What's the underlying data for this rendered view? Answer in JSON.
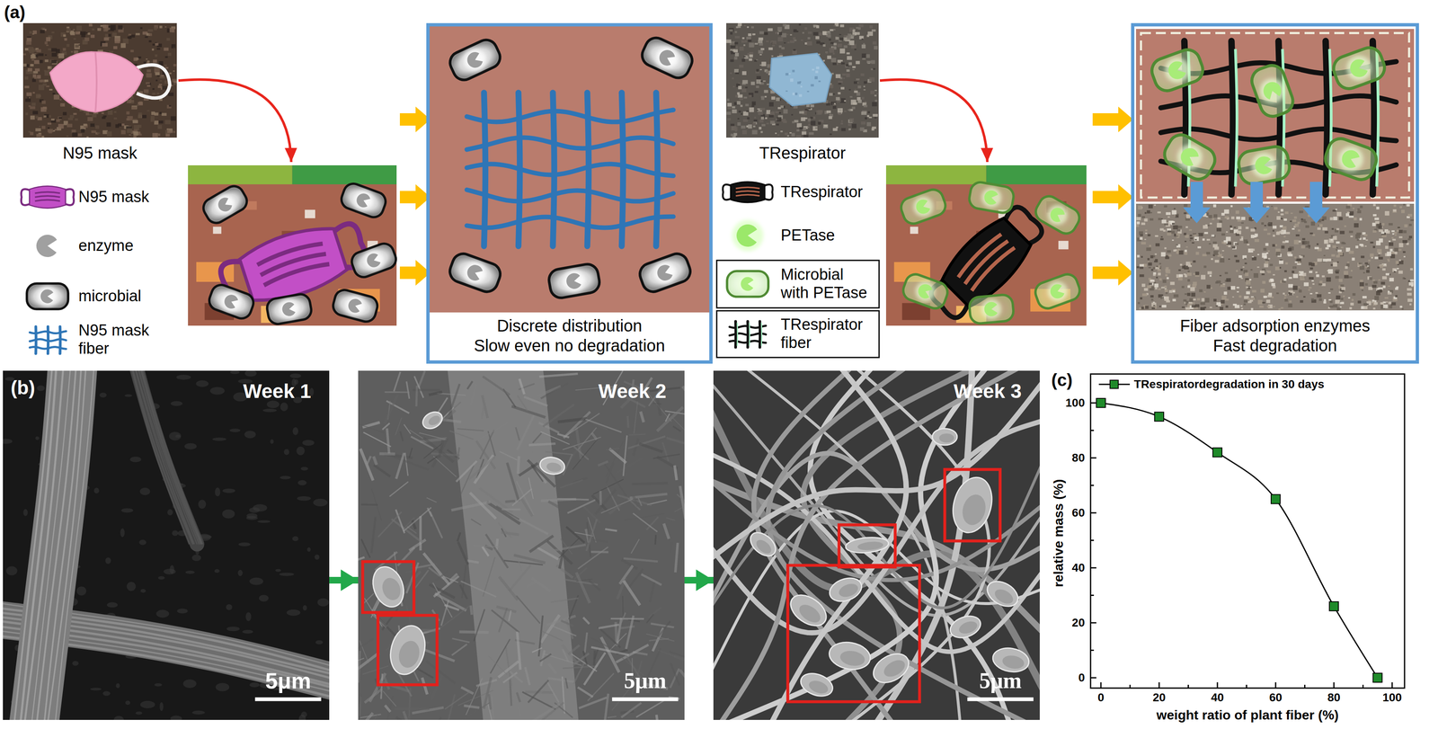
{
  "diagram": {
    "nodes": [
      {
        "text": [
          "N95 mask"
        ]
      },
      {
        "text": [
          "Discrete distribution",
          "Slow even no degradation"
        ]
      },
      {
        "text": [
          "TRespirator"
        ]
      },
      {
        "text": [
          "Fiber adsorption enzymes",
          "Fast degradation"
        ]
      },
      {
        "text": [
          "Week 1",
          "5μm"
        ]
      },
      {
        "text": [
          "Week 2",
          "5μm"
        ]
      },
      {
        "text": [
          "Week 3",
          "5μm"
        ]
      }
    ],
    "edges": [
      {
        "from": 4,
        "to": 5,
        "arrow": "to"
      },
      {
        "from": 5,
        "to": 6,
        "arrow": "to"
      }
    ],
    "labels": [
      "(a)",
      "(b)",
      "(c)",
      "0",
      "20",
      "40",
      "60",
      "80",
      "100",
      "0",
      "20",
      "40",
      "60",
      "80",
      "100",
      "relative mass (%)",
      "weight ratio of plant fiber (%)"
    ],
    "legend": [
      {
        "text": "N95 mask"
      },
      {
        "text": "enzyme"
      },
      {
        "text": "microbial"
      },
      {
        "text": "N95 mask fiber"
      },
      {
        "text": "TRespirator"
      },
      {
        "text": "PETase"
      },
      {
        "text": "Microbial with PETase"
      },
      {
        "text": "TRespirator fiber"
      },
      {
        "text": "TRespiratordegradation in 30 days"
      }
    ]
  }
}
